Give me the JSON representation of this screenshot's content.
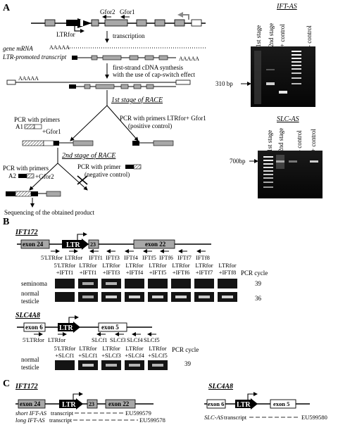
{
  "panelA": {
    "label": "A",
    "gfor2": "Gfor2",
    "gfor1": "Gfor1",
    "ltrfor": "LTRfor",
    "transcription": "transcription",
    "gene_mrna": "gene mRNA",
    "gene_mrna_tail": "AAAAA",
    "ltr_transcript": "LTR-promoted transcript",
    "ltr_transcript_tail": "AAAAA",
    "first_strand_1": "first-strand cDNA synthesis",
    "first_strand_2": "with the use of cap-switch effect",
    "aaaaa": "AAAAA",
    "stage1": "1st stage of RACE",
    "pcr_a1_1": "PCR with primers",
    "pcr_a1_2": "A1",
    "pcr_a1_3": "+Gfor1",
    "pcr_pos_1": "PCR with primers LTRfor+ Gfor1",
    "pcr_pos_2": "(positive control)",
    "stage2": "2nd stage of RACE",
    "pcr_a2_1": "PCR with primers",
    "pcr_a2_2": "A2",
    "pcr_a2_3": "+Gfor2",
    "pcr_neg_1": "PCR with primer",
    "pcr_neg_2": "(negative control)",
    "sequencing": "Sequencing of the obtained product"
  },
  "gel1": {
    "title": "IFT-AS",
    "lanes": [
      "1st stage",
      "2nd stage",
      "+ control",
      "- control"
    ],
    "marker": "310 bp"
  },
  "gel2": {
    "title": "SLC-AS",
    "lanes": [
      "1st stage",
      "2nd stage",
      "- control",
      "+ control"
    ],
    "marker": "700bp"
  },
  "panelB": {
    "label": "B",
    "ift_title": "IFT172",
    "ift_exon24": "exon 24",
    "ift_ltr": "LTR",
    "ift_23": "23",
    "ift_exon22": "exon 22",
    "ift_primers": [
      "5'LTRfor",
      "LTRfor",
      "IFTf1",
      "IFTf3",
      "IFTf4",
      "IFTf5",
      "IFTf6",
      "IFTf7",
      "IFTf8"
    ],
    "ift_cols": [
      [
        "5'LTRfor",
        "+IFTf1"
      ],
      [
        "LTRfor",
        "+IFTf1"
      ],
      [
        "LTRfor",
        "+IFTf3"
      ],
      [
        "LTRfor",
        "+IFTf4"
      ],
      [
        "LTRfor",
        "+IFTf5"
      ],
      [
        "LTRfor",
        "+IFTf6"
      ],
      [
        "LTRfor",
        "+IFTf7"
      ],
      [
        "LTRfor",
        "+IFTf8"
      ]
    ],
    "pcr_cycle": "PCR cycle",
    "seminoma": "seminoma",
    "seminoma_cycle": "39",
    "normal_1": "normal",
    "normal_2": "testicle",
    "normal_cycle": "36",
    "slc_title": "SLC4A8",
    "slc_exon6": "exon 6",
    "slc_ltr": "LTR",
    "slc_exon5": "exon 5",
    "slc_primers": [
      "5'LTRfor",
      "LTRfor",
      "SLCf1",
      "SLCf3",
      "SLCf4",
      "SLCf5"
    ],
    "slc_cols": [
      [
        "5'LTRfor",
        "+SLCf1"
      ],
      [
        "LTRfor",
        "+SLCf1"
      ],
      [
        "LTRfor",
        "+SLCf3"
      ],
      [
        "LTRfor",
        "+SLCf4"
      ],
      [
        "LTRfor",
        "+SLCf5"
      ]
    ],
    "slc_pcr_cycle": "PCR cycle",
    "slc_normal_1": "normal",
    "slc_normal_2": "testicle",
    "slc_cycle": "39"
  },
  "panelC": {
    "label": "C",
    "ift_title": "IFT172",
    "ift_exon24": "exon 24",
    "ift_ltr": "LTR",
    "ift_23": "23",
    "ift_exon22": "exon 22",
    "short_label": "short IFT-AS",
    "short_suffix": "transcript",
    "short_acc": "EU599579",
    "long_label": "long IFT-AS",
    "long_suffix": "transcript",
    "long_acc": "EU599578",
    "slc_title": "SLC4A8",
    "slc_exon6": "exon 6",
    "slc_ltr": "LTR",
    "slc_exon5": "exon 5",
    "slc_label": "SLC-AS",
    "slc_suffix": "transcript",
    "slc_acc": "EU599580"
  },
  "colors": {
    "exon_grey": "#a8a8a8",
    "gel_bg": "#101010",
    "band": "#e8e8e8"
  }
}
